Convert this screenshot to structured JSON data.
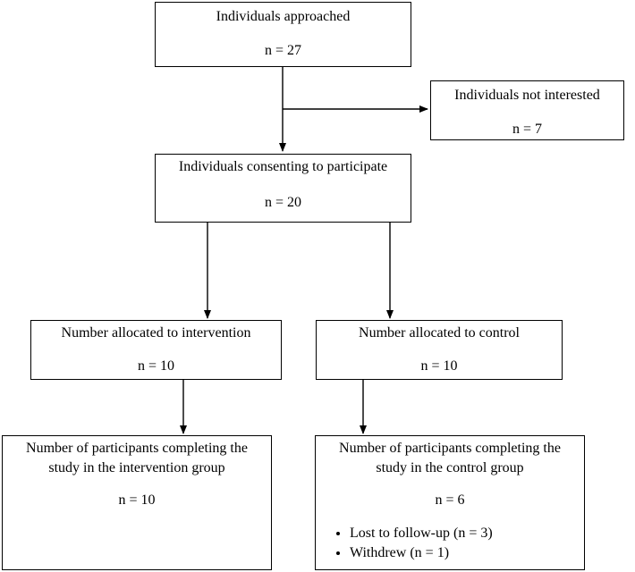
{
  "diagram": {
    "approached": {
      "title": "Individuals approached",
      "count": "n = 27"
    },
    "not_interested": {
      "title": "Individuals not interested",
      "count": "n = 7"
    },
    "consenting": {
      "title": "Individuals consenting to participate",
      "count": "n = 20"
    },
    "allocated_intervention": {
      "title": "Number allocated to intervention",
      "count": "n = 10"
    },
    "allocated_control": {
      "title": "Number allocated to control",
      "count": "n = 10"
    },
    "completed_intervention": {
      "title_line1": "Number of participants completing the",
      "title_line2": "study in the intervention group",
      "count": "n = 10"
    },
    "completed_control": {
      "title_line1": "Number of participants completing the",
      "title_line2": "study in the control group",
      "count": "n = 6",
      "notes": [
        "Lost to follow-up (n = 3)",
        "Withdrew (n = 1)"
      ]
    }
  }
}
